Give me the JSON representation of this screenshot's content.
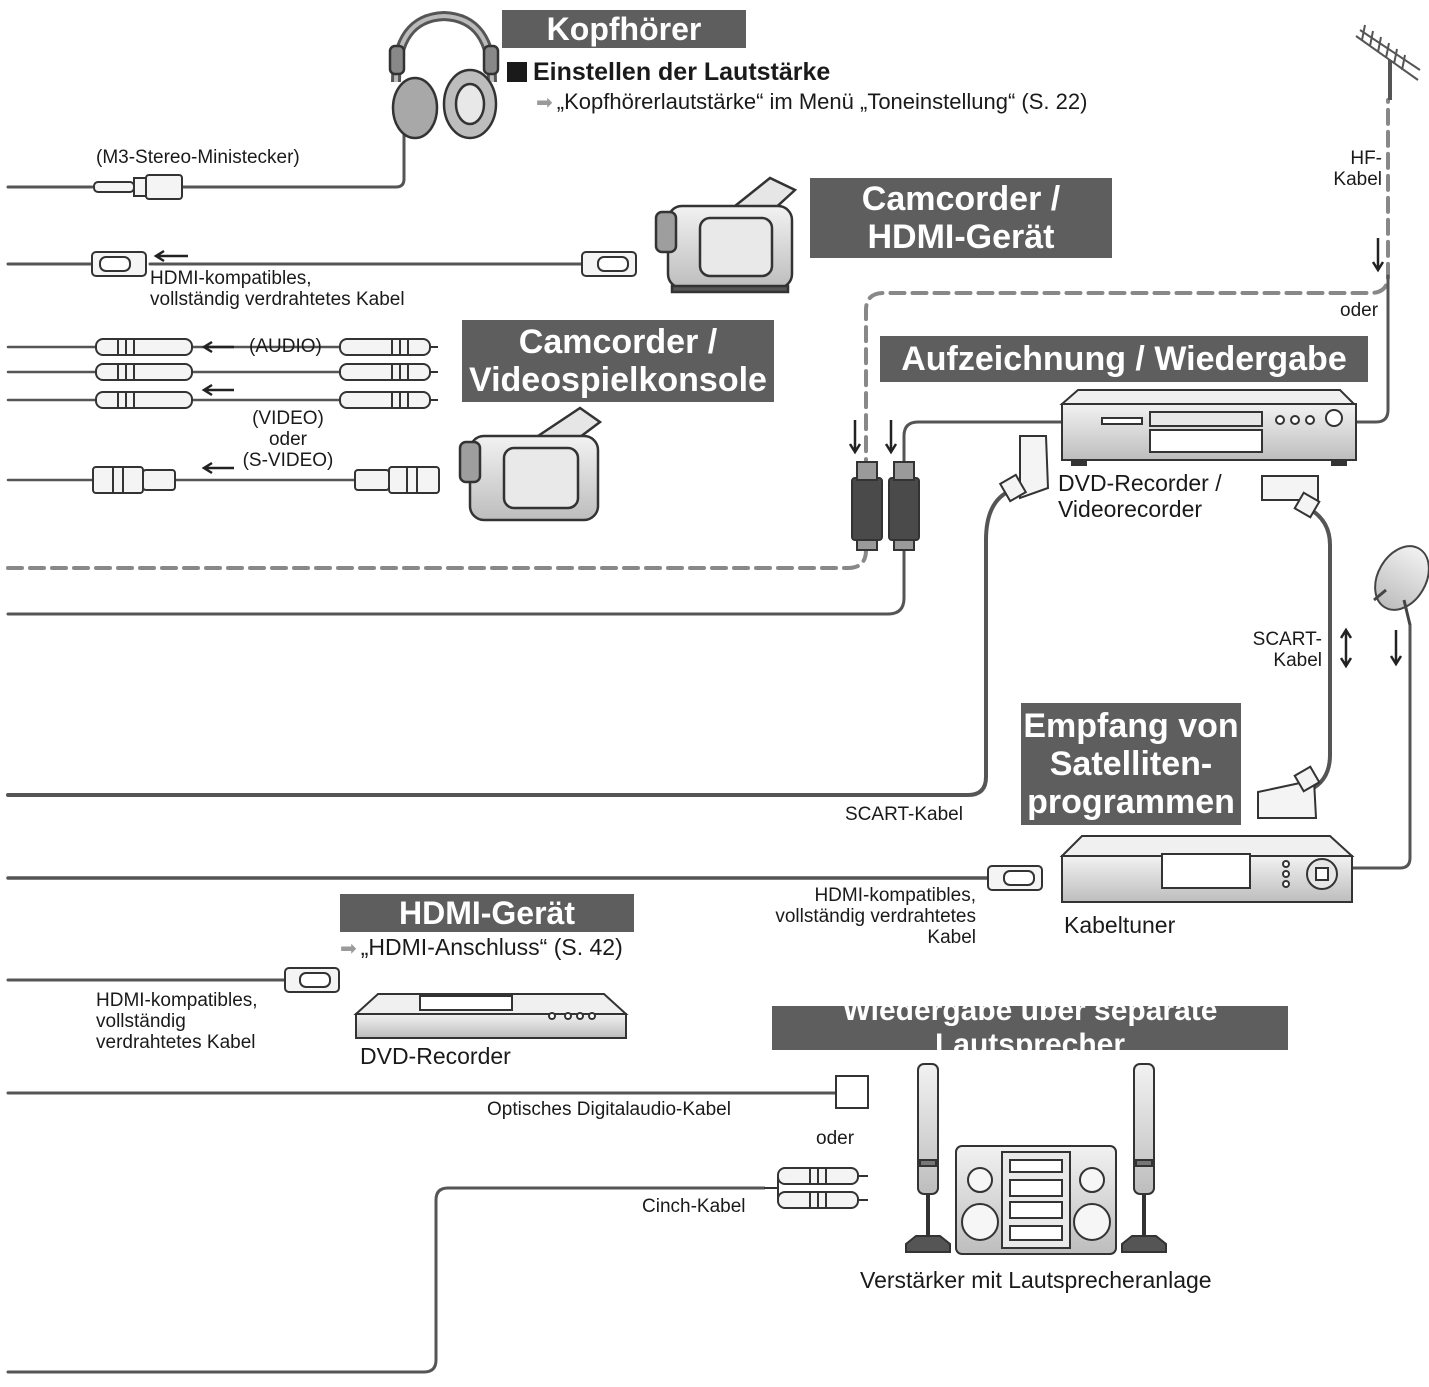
{
  "headings": {
    "headphones": "Kopfhörer",
    "camcorder_hdmi": [
      "Camcorder /",
      "HDMI-Gerät"
    ],
    "camcorder_console": [
      "Camcorder /",
      "Videospielkonsole"
    ],
    "recording": "Aufzeichnung / Wiedergabe",
    "satellite": [
      "Empfang von",
      "Satelliten-",
      "programmen"
    ],
    "hdmi_device": "HDMI-Gerät",
    "speakers": "Wiedergabe über separate Lautsprecher"
  },
  "volume": {
    "title": "Einstellen der Lautstärke",
    "reference": "„Kopfhörerlautstärke“ im Menü „Toneinstellung“ (S. 22)"
  },
  "hdmi_reference": "„HDMI-Anschluss“ (S. 42)",
  "cables": {
    "minijack": "(M3-Stereo-Ministecker)",
    "hdmi_top": [
      "HDMI-kompatibles,",
      "vollständig verdrahtetes Kabel"
    ],
    "audio": "(AUDIO)",
    "video": [
      "(VIDEO)",
      "oder",
      "(S-VIDEO)"
    ],
    "rf": [
      "HF-",
      "Kabel"
    ],
    "rf_or": "oder",
    "scart_right": [
      "SCART-",
      "Kabel"
    ],
    "scart_left": "SCART-Kabel",
    "hdmi_tuner": [
      "HDMI-kompatibles,",
      "vollständig verdrahtetes",
      "Kabel"
    ],
    "hdmi_dvd": [
      "HDMI-kompatibles,",
      "vollständig",
      "verdrahtetes Kabel"
    ],
    "optical": "Optisches Digitalaudio-Kabel",
    "or_audio": "oder",
    "cinch": "Cinch-Kabel"
  },
  "devices": {
    "dvd_vcr": [
      "DVD-Recorder /",
      "Videorecorder"
    ],
    "cable_tuner": "Kabeltuner",
    "dvd_recorder": "DVD-Recorder",
    "amplifier": "Verstärker mit Lautsprecheranlage"
  },
  "colors": {
    "header_bg": "#5e5e5e",
    "cable": "#555555",
    "device_fill": "#d6d6d6",
    "device_stroke": "#333333"
  },
  "icons": [
    "headphones-icon",
    "camcorder-icon",
    "antenna-icon",
    "satellite-dish-icon",
    "dvd-recorder-icon",
    "cable-tuner-icon",
    "speaker-icon",
    "stereo-system-icon",
    "arrow-right-icon"
  ]
}
